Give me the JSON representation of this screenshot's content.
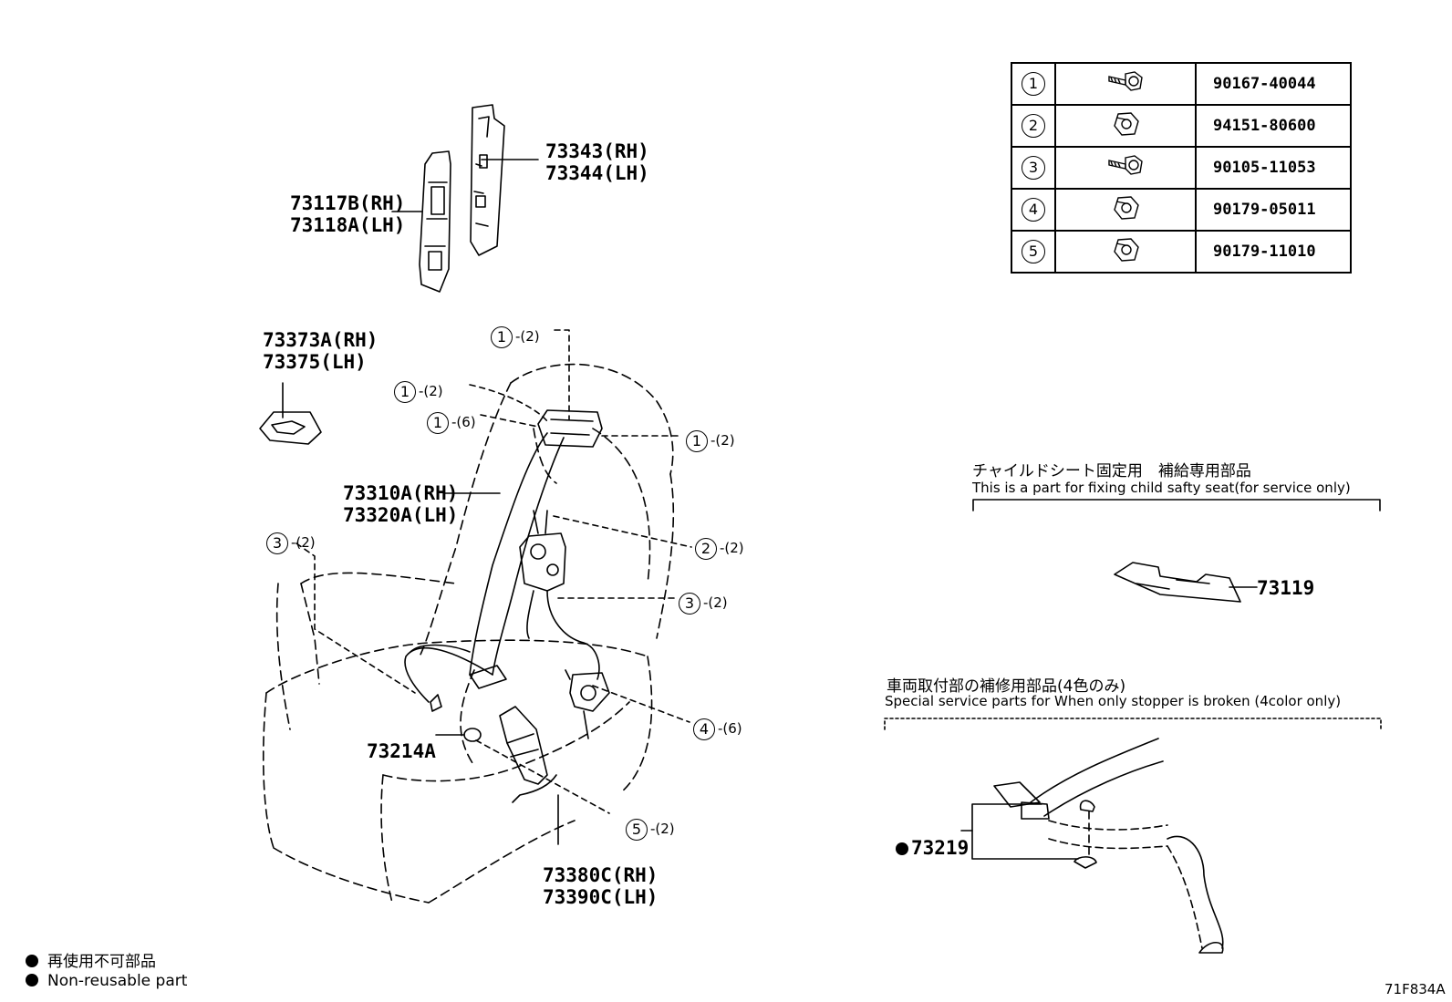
{
  "parts": {
    "p73343": [
      "73343(RH)",
      "73344(LH)"
    ],
    "p73117": [
      "73117B(RH)",
      "73118A(LH)"
    ],
    "p73373": [
      "73373A(RH)",
      "73375(LH)"
    ],
    "p73310": [
      "73310A(RH)",
      "73320A(LH)"
    ],
    "p73214": "73214A",
    "p73380": [
      "73380C(RH)",
      "73390C(LH)"
    ],
    "p73119": "73119",
    "p73219": "73219"
  },
  "callouts": [
    {
      "num": "1",
      "qty": "-(2)"
    },
    {
      "num": "1",
      "qty": "-(2)"
    },
    {
      "num": "1",
      "qty": "-(6)"
    },
    {
      "num": "1",
      "qty": "-(2)"
    },
    {
      "num": "3",
      "qty": "-(2)"
    },
    {
      "num": "2",
      "qty": "-(2)"
    },
    {
      "num": "3",
      "qty": "-(2)"
    },
    {
      "num": "4",
      "qty": "-(6)"
    },
    {
      "num": "5",
      "qty": "-(2)"
    }
  ],
  "fastener_table": [
    {
      "num": "1",
      "icon": "bolt-long-icon",
      "part_no": "90167-40044"
    },
    {
      "num": "2",
      "icon": "nut-icon",
      "part_no": "94151-80600"
    },
    {
      "num": "3",
      "icon": "bolt-long-icon",
      "part_no": "90105-11053"
    },
    {
      "num": "4",
      "icon": "nut-icon",
      "part_no": "90179-05011"
    },
    {
      "num": "5",
      "icon": "nut-icon",
      "part_no": "90179-11010"
    }
  ],
  "notes": {
    "child_seat_jp": "チャイルドシート固定用　補給専用部品",
    "child_seat_en": "This is a part for fixing child safty seat(for service only)",
    "stopper_jp": "車両取付部の補修用部品(4色のみ)",
    "stopper_en": "Special service parts for When only stopper is broken (4color only)"
  },
  "legend": {
    "jp": "再使用不可部品",
    "en": "Non-reusable part"
  },
  "figure_code": "71F834A"
}
